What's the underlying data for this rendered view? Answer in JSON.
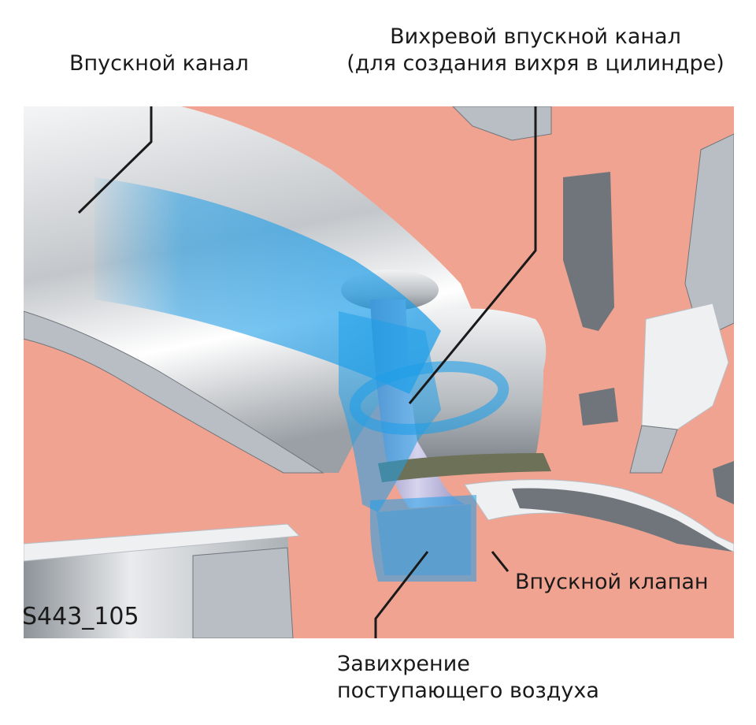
{
  "figure": {
    "code": "S443_105",
    "colors": {
      "background": "#ffffff",
      "cut_surface": "#f0a391",
      "metal_light": "#eef0f2",
      "metal_mid": "#b9bec4",
      "metal_dark": "#6f757b",
      "air_flow": "#1f9ee8",
      "valve": "#b5b2d6",
      "valve_seat": "#6d7158",
      "leader_line": "#1a1a1a"
    }
  },
  "labels": {
    "intake_port": "Впускной канал",
    "swirl_port": {
      "line1": "Вихревой впускной канал",
      "line2": "(для создания вихря в цилиндре)"
    },
    "intake_valve": "Впускной клапан",
    "air_swirl": {
      "line1": "Завихрение",
      "line2": "поступающего воздуха"
    }
  }
}
